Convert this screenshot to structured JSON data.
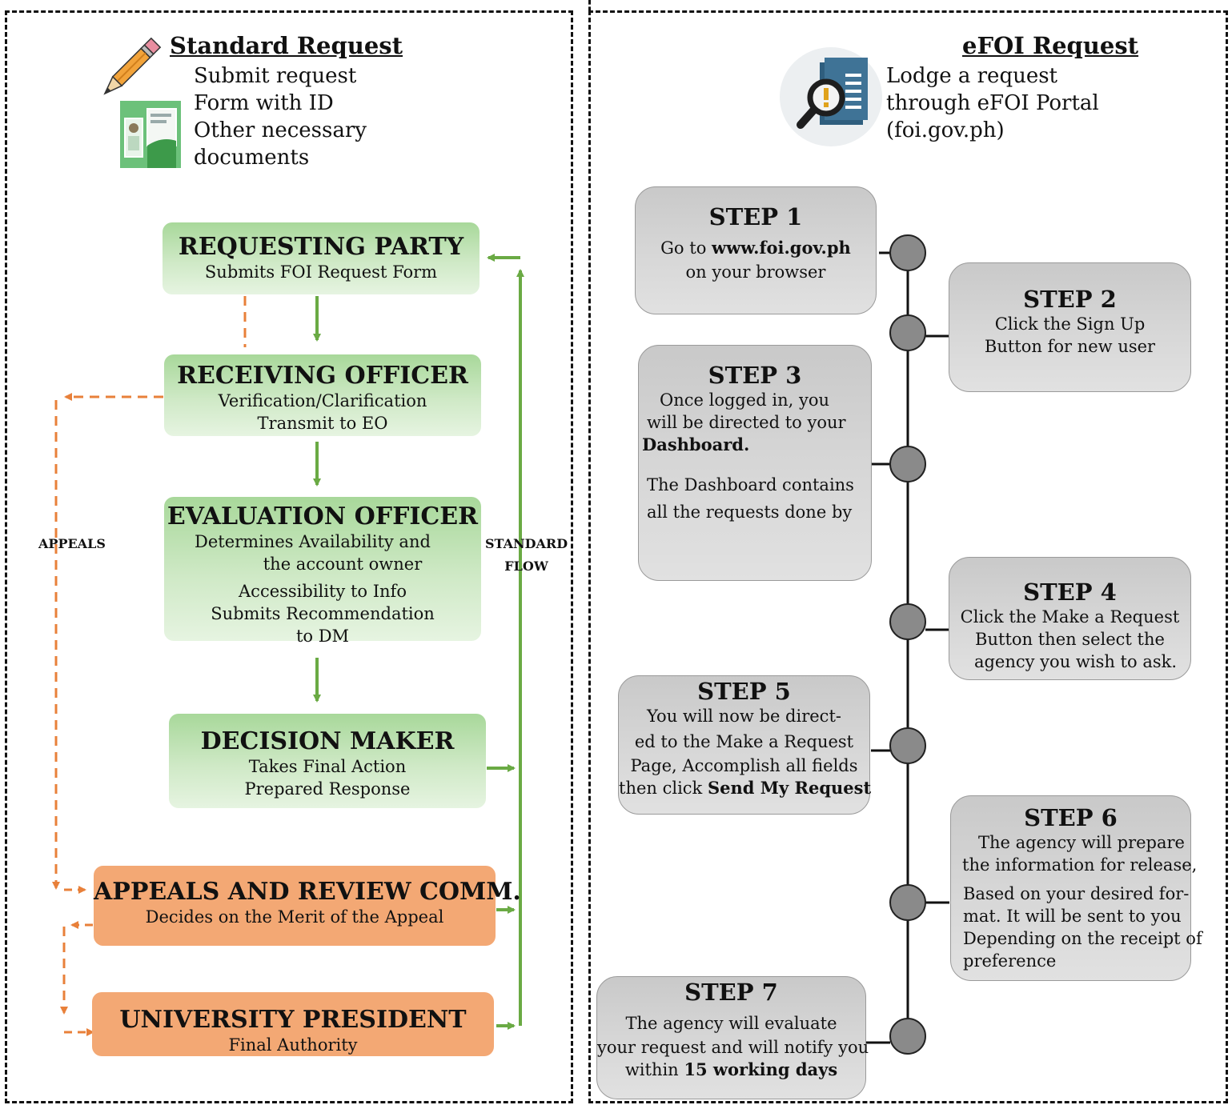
{
  "standard": {
    "heading": "Standard Request",
    "intro_lines": [
      "Submit request",
      "Form with ID",
      "Other necessary",
      "documents"
    ],
    "boxes": [
      {
        "title": "REQUESTING PARTY",
        "lines": [
          "Submits FOI Request Form"
        ]
      },
      {
        "title": "RECEIVING OFFICER",
        "lines": [
          "Verification/Clarification",
          "Transmit to EO"
        ]
      },
      {
        "title": "EVALUATION OFFICER",
        "lines": [
          "Determines Availability and",
          "the account owner",
          "Accessibility to Info",
          "Submits Recommendation",
          "to DM"
        ]
      },
      {
        "title": "DECISION MAKER",
        "lines": [
          "Takes Final Action",
          "Prepared Response"
        ]
      },
      {
        "title": "APPEALS AND REVIEW COMM.",
        "lines": [
          "Decides on the Merit of the Appeal"
        ]
      },
      {
        "title": "UNIVERSITY PRESIDENT",
        "lines": [
          "Final Authority"
        ]
      }
    ],
    "appeals_label": "APPEALS",
    "standard_flow_label": [
      "STANDARD",
      "FLOW"
    ]
  },
  "efoi": {
    "heading": "eFOI Request",
    "intro_lines": [
      "Lodge a request",
      "through eFOI Portal",
      "(foi.gov.ph)"
    ],
    "steps": [
      {
        "title": "STEP 1",
        "line1_pre": "Go to ",
        "line1_bold": "www.foi.gov.ph",
        "line2": "on your browser"
      },
      {
        "title": "STEP 2",
        "line1": "Click the Sign Up",
        "line2": "Button for new user"
      },
      {
        "title": "STEP 3",
        "line1": "Once logged in, you",
        "line2": "will be directed to your",
        "line3_bold": "Dashboard.",
        "line4": "The Dashboard contains",
        "line5": "all the requests done by"
      },
      {
        "title": "STEP 4",
        "line1": "Click the Make a Request",
        "line2": "Button then select the",
        "line3": "agency you wish to ask."
      },
      {
        "title": "STEP 5",
        "line1": "You will now be direct-",
        "line2": "ed to the Make a Request",
        "line3": "Page, Accomplish all fields",
        "line4_pre": "then click ",
        "line4_bold": "Send My Request"
      },
      {
        "title": "STEP 6",
        "line1": "The agency will prepare",
        "line2": "the information for release,",
        "line3": "Based on your desired for-",
        "line4": "mat. It will be sent to you",
        "line5": "Depending on the receipt of",
        "line6": "preference"
      },
      {
        "title": "STEP 7",
        "line1": "The agency will evaluate",
        "line2": "your request and will notify you",
        "line3_pre": "within ",
        "line3_bold": "15 working days"
      }
    ]
  },
  "colors": {
    "flow_green": "#6aaa44",
    "appeal_orange": "#e8803a",
    "box_orange": "#f3a874",
    "node_gray": "#8a8a8a"
  },
  "icons": [
    "pencil-icon",
    "id-documents-icon",
    "magnifier-document-icon"
  ]
}
